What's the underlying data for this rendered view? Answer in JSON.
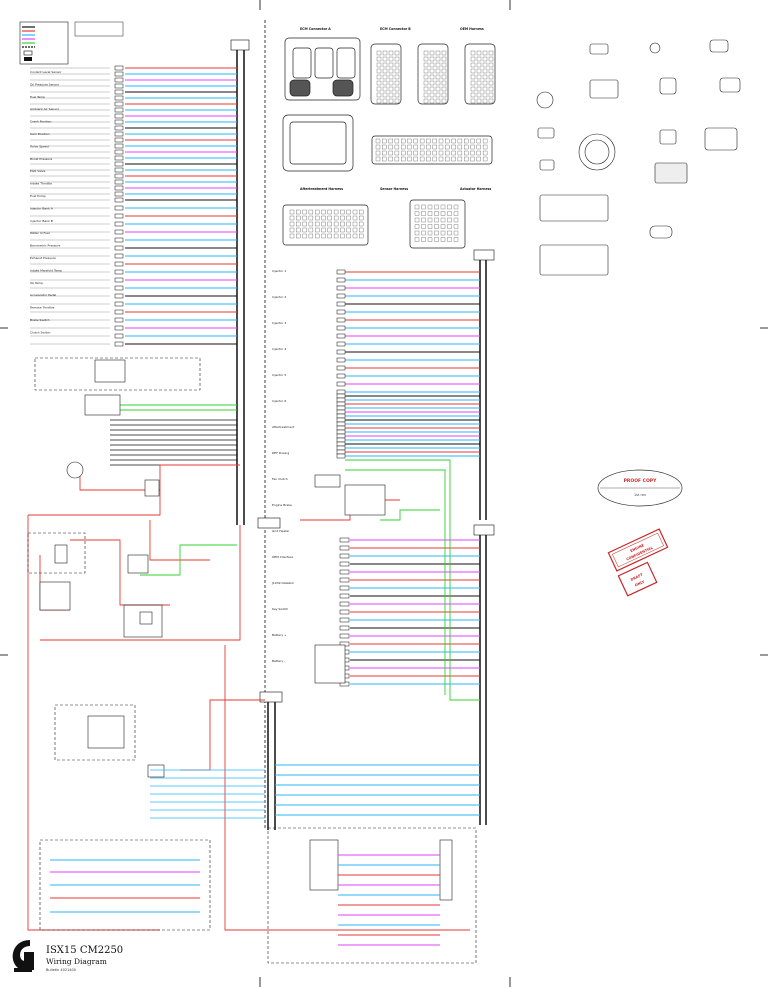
{
  "title_block": {
    "line1": "ISX15 CM2250",
    "line2": "Wiring Diagram",
    "line3": "Bulletin 4021400"
  },
  "proof_copy": {
    "heading": "PROOF COPY",
    "sub": "1st rev"
  },
  "stamps": {
    "stamp1_line1": "ENGINE",
    "stamp1_line2": "CONFIDENTIAL",
    "stamp2_line1": "DRAFT",
    "stamp2_line2": "ONLY"
  },
  "colors": {
    "wire_red": "#e53935",
    "wire_cyan": "#29b6f6",
    "wire_magenta": "#e040fb",
    "wire_green": "#31d131",
    "wire_black": "#111111",
    "stamp_red": "#c62828",
    "frame_gray": "#444444"
  },
  "left_column_labels": [
    "Coolant Level Sensor",
    "Oil Pressure Sensor",
    "Fuel Temp",
    "Ambient Air Sensor",
    "Crank Position",
    "Cam Position",
    "Turbo Speed",
    "Boost Pressure",
    "EGR Valve",
    "Intake Throttle",
    "Fuel Pump",
    "Injector Bank A",
    "Injector Bank B",
    "Water In Fuel",
    "Barometric Pressure",
    "Exhaust Pressure",
    "Intake Manifold Temp",
    "Oil Temp",
    "Accelerator Pedal",
    "Remote Throttle",
    "Brake Switch",
    "Clutch Switch"
  ],
  "right_column_labels": [
    "Injector 1",
    "Injector 2",
    "Injector 3",
    "Injector 4",
    "Injector 5",
    "Injector 6",
    "Aftertreatment",
    "DEF Dosing",
    "Fan Clutch",
    "Engine Brake",
    "Grid Heater",
    "OEM Interface",
    "J1939 Datalink",
    "Key Switch",
    "Battery +",
    "Battery -"
  ],
  "connector_labels": [
    "ECM Connector A",
    "ECM Connector B",
    "OEM Harness",
    "Aftertreatment Harness",
    "Sensor Harness",
    "Actuator Harness"
  ]
}
